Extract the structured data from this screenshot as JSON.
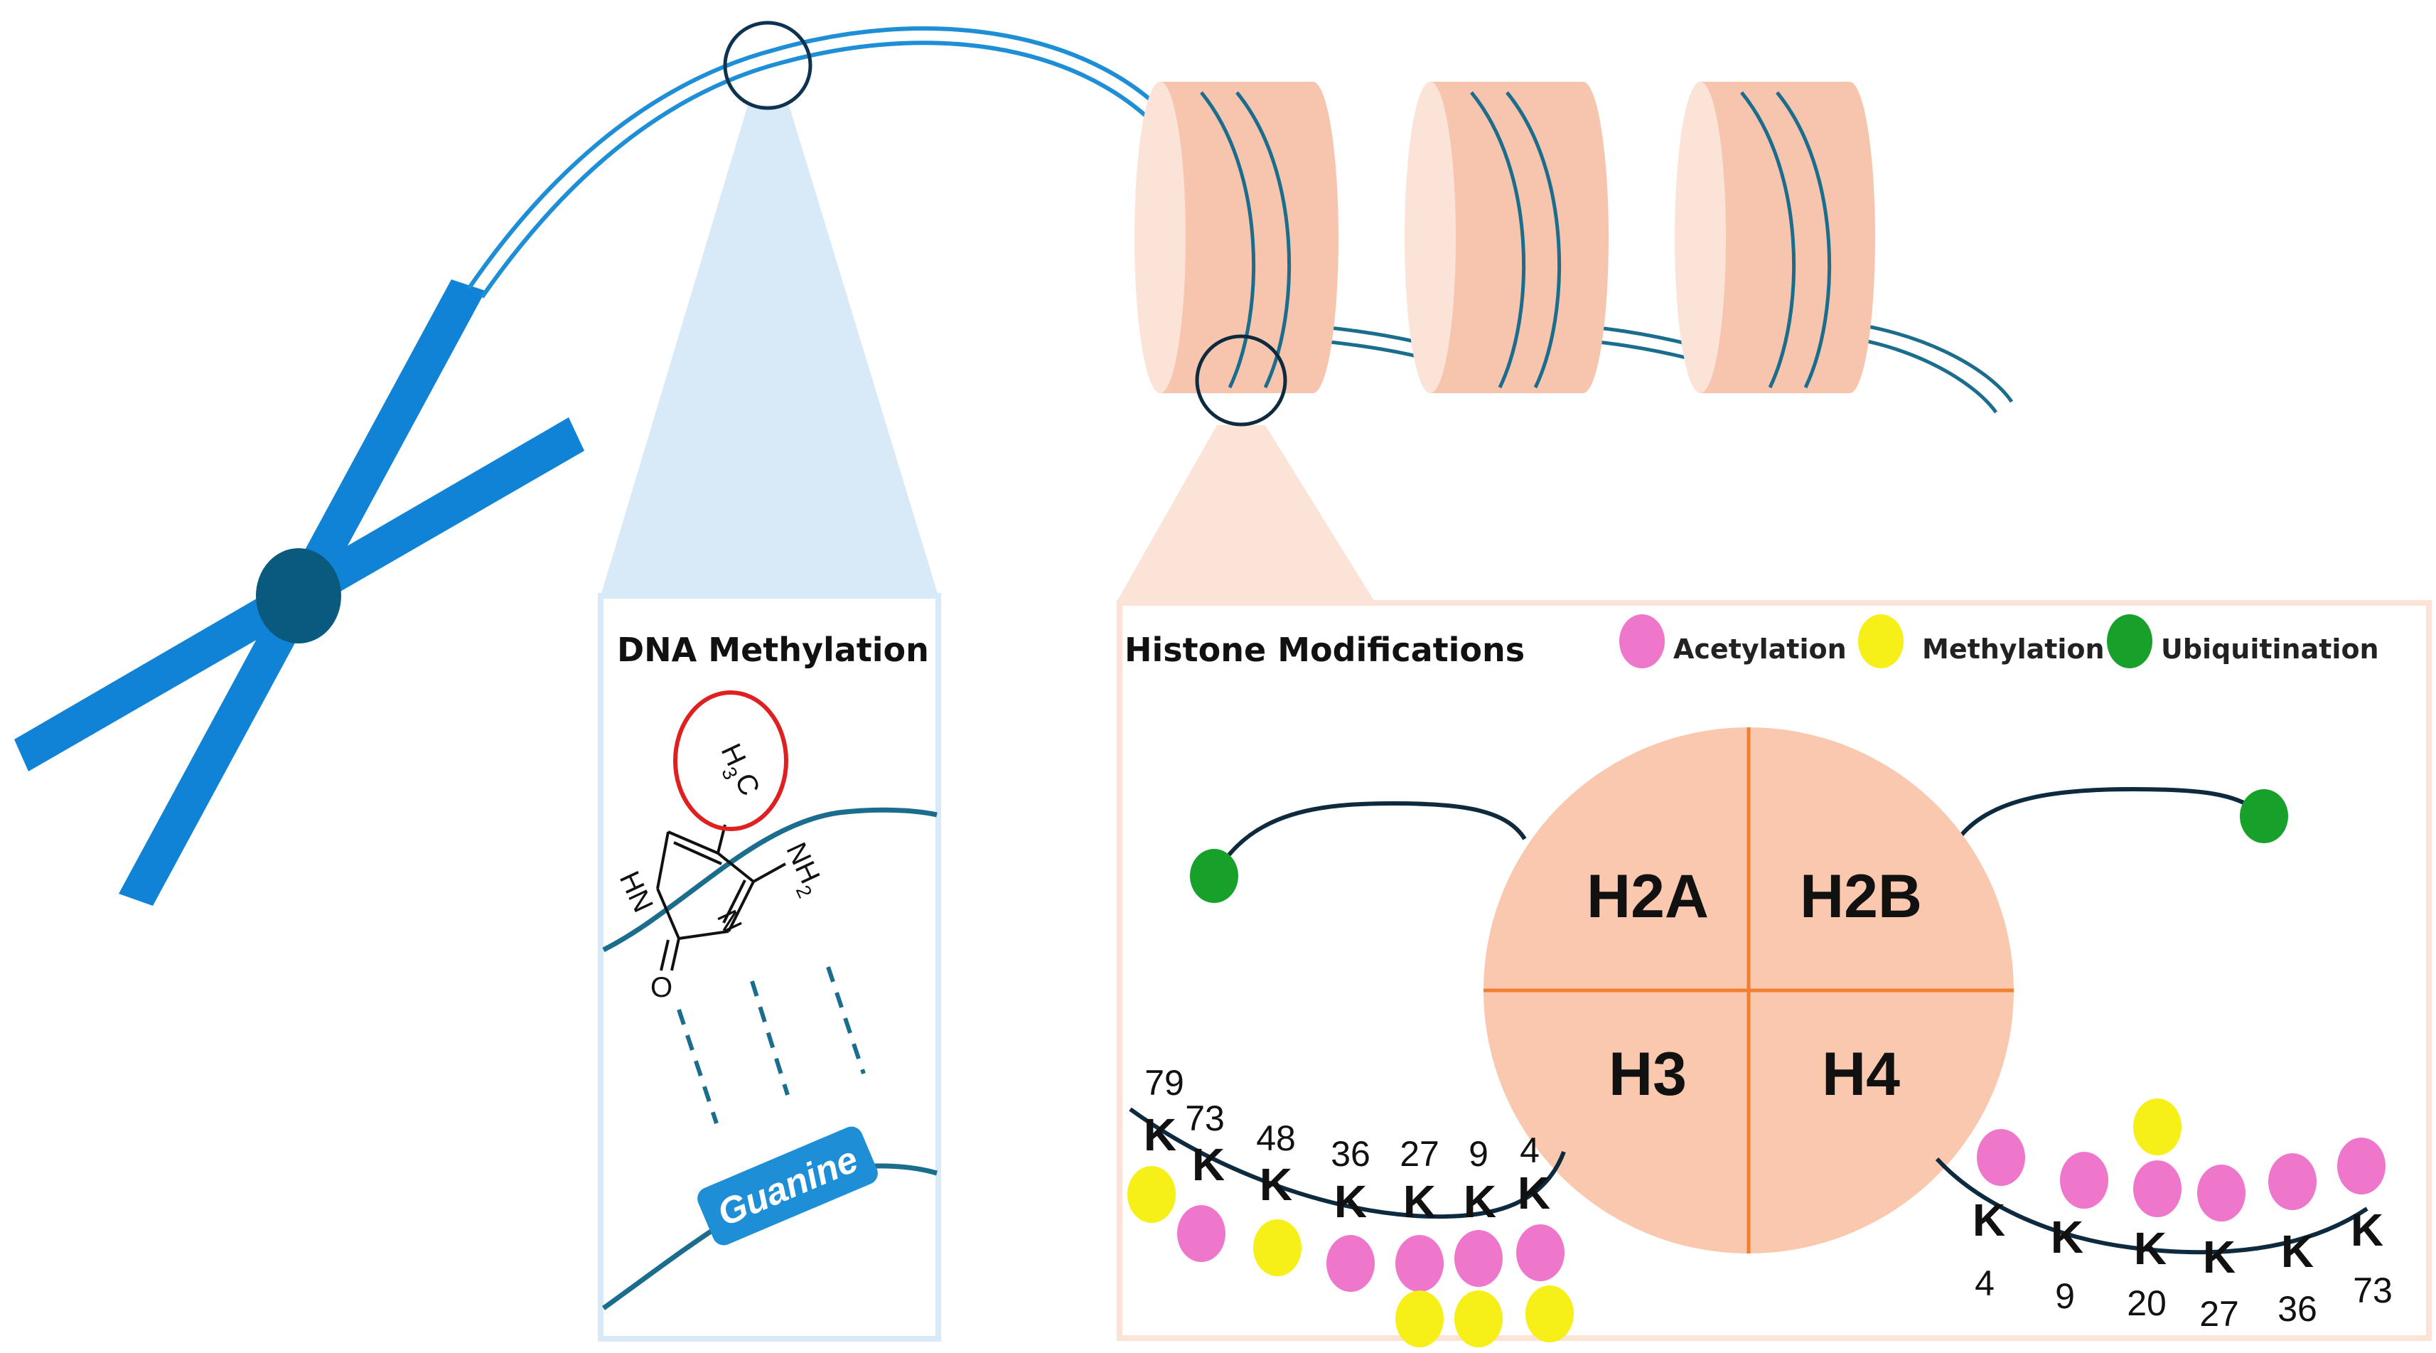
{
  "dna_panel": {
    "title": "DNA Methylation",
    "guanine_label": "Guanine",
    "chem": {
      "methyl_h": "H",
      "methyl_sub": "3",
      "methyl_c": "C",
      "amine": "NH",
      "amine_sub": "2",
      "ring_nh": "HN",
      "ring_n": "N",
      "carbonyl_o": "O"
    }
  },
  "histone_panel": {
    "title": "Histone Modifications",
    "legend": [
      {
        "label": "Acetylation",
        "color": "#ee77cc"
      },
      {
        "label": "Methylation",
        "color": "#f7ef18"
      },
      {
        "label": "Ubiquitination",
        "color": "#17a12a"
      }
    ],
    "histones": [
      "H2A",
      "H2B",
      "H3",
      "H4"
    ],
    "tail_residue_letter": "K",
    "left_tail_residues": [
      "79",
      "73",
      "48",
      "36",
      "27",
      "9",
      "4"
    ],
    "right_tail_residues": [
      "4",
      "9",
      "20",
      "27",
      "36",
      "73"
    ]
  },
  "colors": {
    "chromosome": "#1183d6",
    "centromere": "#0a5a80",
    "dna_strand": "#1a6d8c",
    "nucleosome": "#f7c5ad",
    "histone_core": "#f9c8ae",
    "histone_divider": "#f08030",
    "dna_panel_bg": "#d8eaf8",
    "histone_panel_bg": "#fbe3d8",
    "methyl_circle": "#e02020"
  }
}
